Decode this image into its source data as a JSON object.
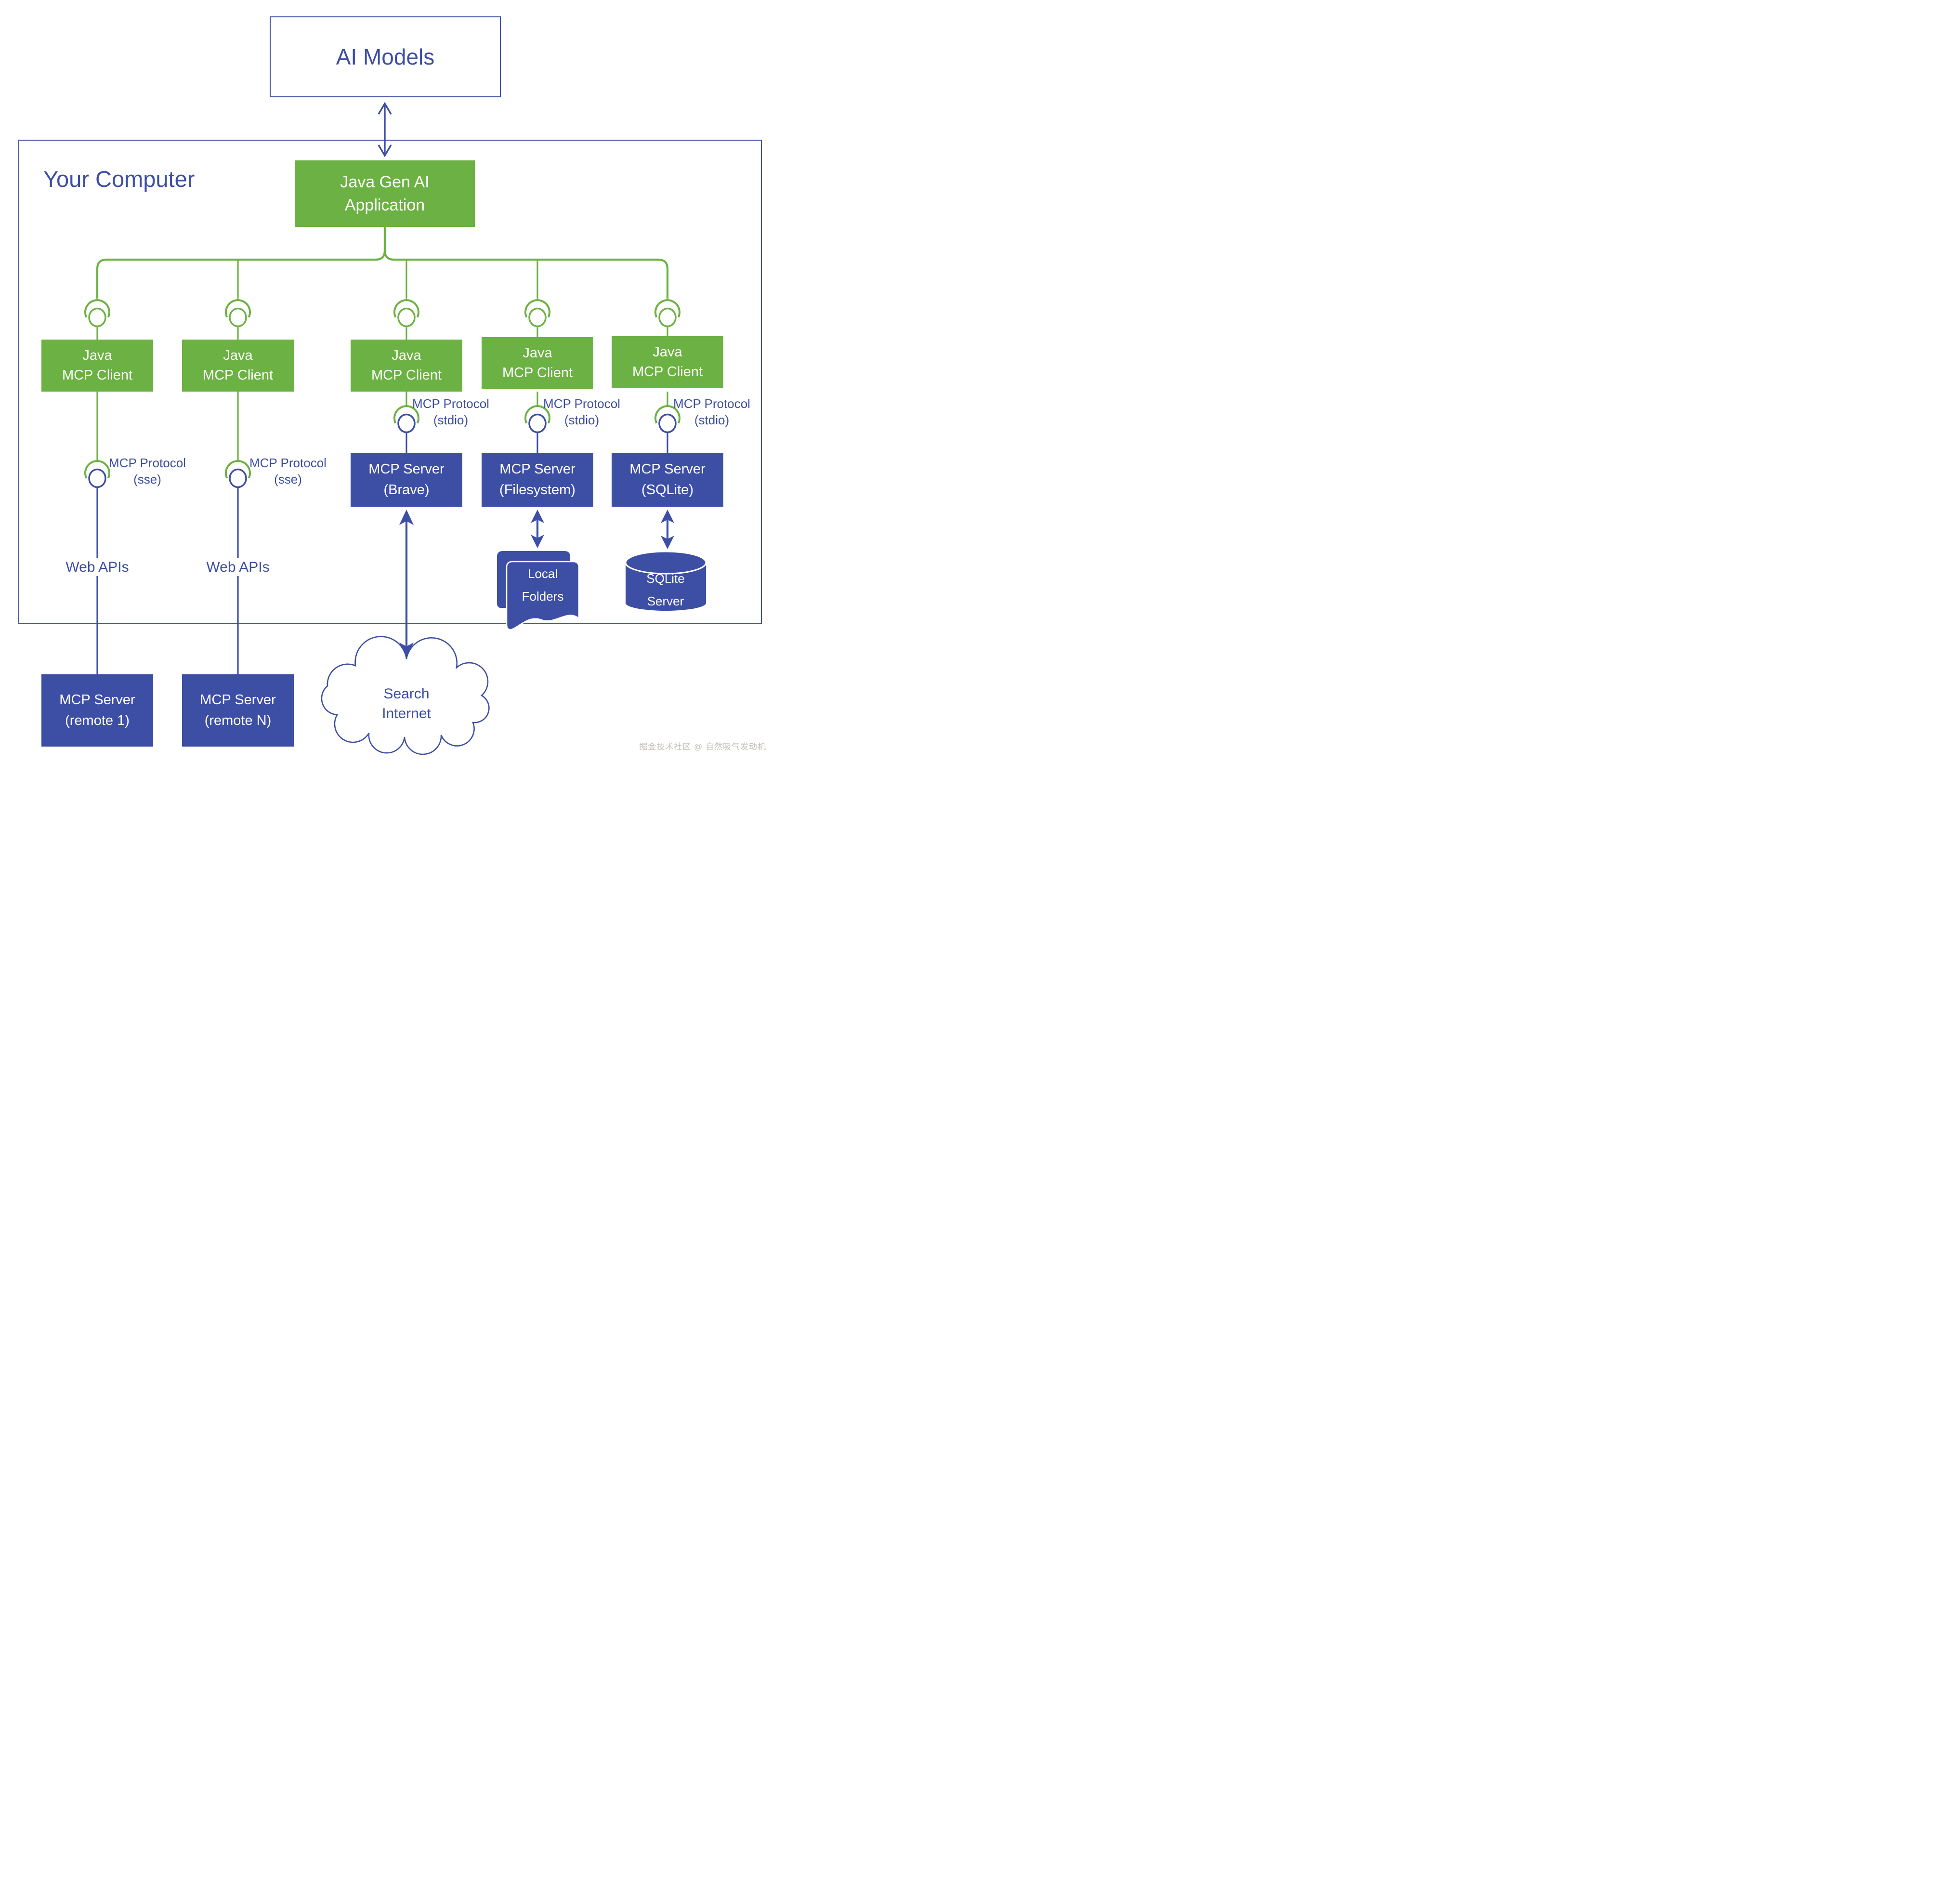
{
  "colors": {
    "green": "#6CB143",
    "indigo": "#3D4EA5",
    "white": "#ffffff",
    "watermark": "#c3beba"
  },
  "ai_box": {
    "label": "AI Models"
  },
  "computer": {
    "label": "Your Computer"
  },
  "app": {
    "line1": "Java Gen AI",
    "line2": "Application"
  },
  "clients": [
    {
      "line1": "Java",
      "line2": "MCP Client"
    },
    {
      "line1": "Java",
      "line2": "MCP Client"
    },
    {
      "line1": "Java",
      "line2": "MCP Client"
    },
    {
      "line1": "Java",
      "line2": "MCP Client"
    },
    {
      "line1": "Java",
      "line2": "MCP Client"
    }
  ],
  "protocols": {
    "sse": [
      {
        "line1": "MCP Protocol",
        "line2": "(sse)"
      },
      {
        "line1": "MCP Protocol",
        "line2": "(sse)"
      }
    ],
    "stdio": [
      {
        "line1": "MCP Protocol",
        "line2": "(stdio)"
      },
      {
        "line1": "MCP Protocol",
        "line2": "(stdio)"
      },
      {
        "line1": "MCP Protocol",
        "line2": "(stdio)"
      }
    ]
  },
  "web_apis": [
    {
      "label": "Web APIs"
    },
    {
      "label": "Web APIs"
    }
  ],
  "servers": {
    "brave": {
      "line1": "MCP Server",
      "line2": "(Brave)"
    },
    "filesystem": {
      "line1": "MCP Server",
      "line2": "(Filesystem)"
    },
    "sqlite": {
      "line1": "MCP Server",
      "line2": "(SQLite)"
    },
    "remote1": {
      "line1": "MCP Server",
      "line2": "(remote 1)"
    },
    "remoteN": {
      "line1": "MCP Server",
      "line2": "(remote N)"
    }
  },
  "storage": {
    "folders": {
      "line1": "Local",
      "line2": "Folders"
    },
    "sqlite_db": {
      "line1": "SQLite",
      "line2": "Server"
    }
  },
  "cloud": {
    "line1": "Search",
    "line2": "Internet"
  },
  "watermark": "掘金技术社区 @ 自然吸气发动机"
}
